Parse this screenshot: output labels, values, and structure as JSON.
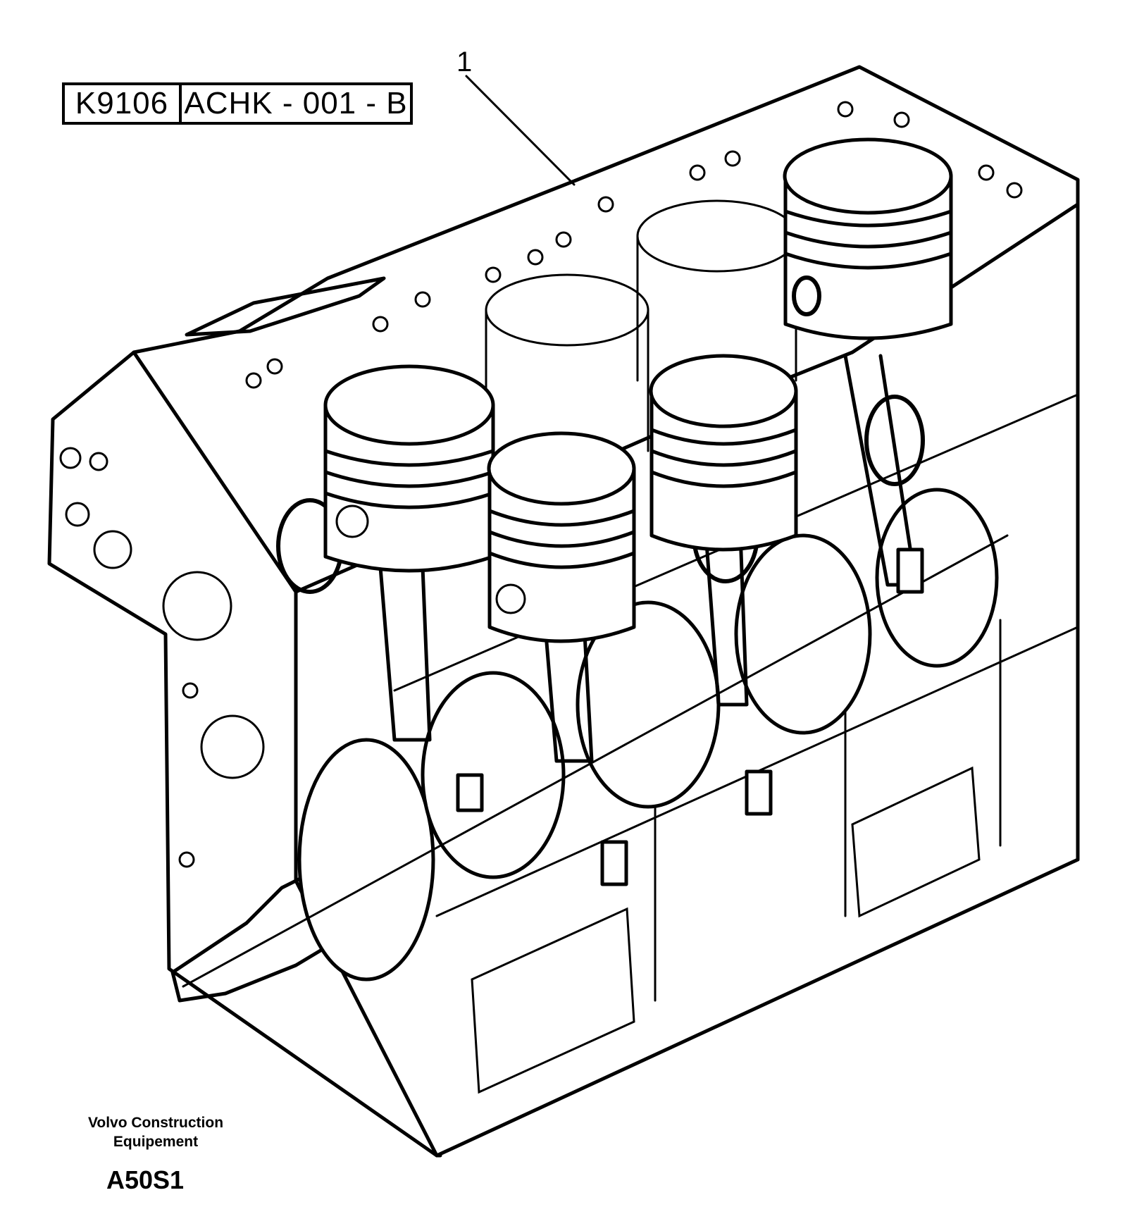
{
  "reference": {
    "figure_code": "K9106",
    "part_code": "ACHK - 001 - B"
  },
  "callouts": [
    {
      "number": "1"
    }
  ],
  "footer": {
    "brand_line1": "Volvo Construction",
    "brand_line2": "Equipement",
    "drawing_code": "A50S1"
  },
  "colors": {
    "ink": "#000000",
    "paper": "#ffffff"
  }
}
